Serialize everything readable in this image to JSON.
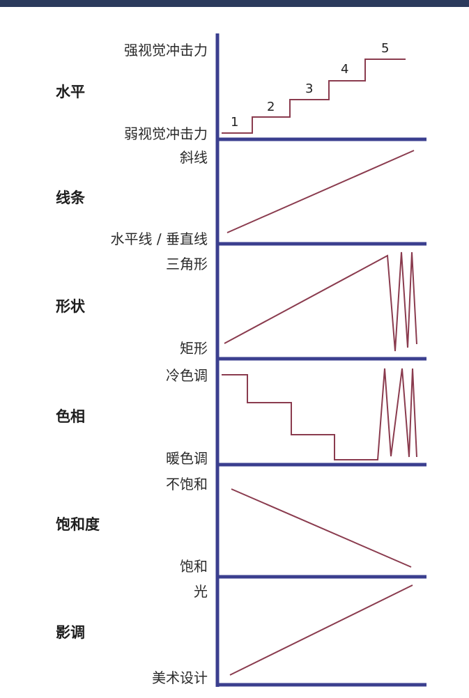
{
  "colors": {
    "axis": "#3b3f8f",
    "line": "#8a3b4e",
    "header": "#2b3a5c"
  },
  "rows": [
    {
      "title": "水平",
      "top_label": "强视觉冲击力",
      "bottom_label": "弱视觉冲击力",
      "shape": "staircase",
      "step_labels": [
        "1",
        "2",
        "3",
        "4",
        "5"
      ]
    },
    {
      "title": "线条",
      "top_label": "斜线",
      "bottom_label": "水平线 / 垂直线",
      "shape": "rising-line"
    },
    {
      "title": "形状",
      "top_label": "三角形",
      "bottom_label": "矩形",
      "shape": "rising-line-then-zigzag"
    },
    {
      "title": "色相",
      "top_label": "冷色调",
      "bottom_label": "暖色调",
      "shape": "descending-steps-then-zigzag"
    },
    {
      "title": "饱和度",
      "top_label": "不饱和",
      "bottom_label": "饱和",
      "shape": "falling-line"
    },
    {
      "title": "影调",
      "top_label": "光",
      "bottom_label": "美术设计",
      "shape": "rising-line"
    }
  ]
}
